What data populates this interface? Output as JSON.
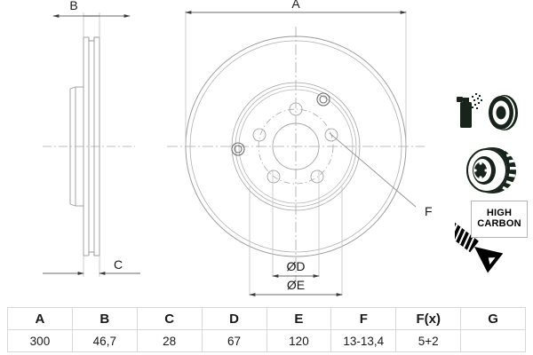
{
  "document": {
    "type": "technical-drawing",
    "subject": "brake-disc"
  },
  "dimensions": {
    "a_label": "A",
    "b_label": "B",
    "c_label": "C",
    "d_label": "ØD",
    "e_label": "ØE",
    "f_label": "F"
  },
  "icons": {
    "coating": "spray-coated-disc-icon",
    "vented": "vented-disc-icon",
    "screw": "countersunk-screw-icon",
    "high_carbon_line1": "HIGH",
    "high_carbon_line2": "CARBON"
  },
  "colors": {
    "line": "#8c8c8c",
    "line_light": "#b9b9b9",
    "centerline": "#a9a9a9",
    "text": "#1a1a1a",
    "icon_dark": "#17231b",
    "table_border": "#d8d8d8"
  },
  "spec_table": {
    "headers": [
      "A",
      "B",
      "C",
      "D",
      "E",
      "F",
      "F(x)",
      "G"
    ],
    "values": [
      "300",
      "46,7",
      "28",
      "67",
      "120",
      "13-13,4",
      "5+2",
      ""
    ]
  },
  "chart_data": {
    "type": "table",
    "title": "Brake disc dimension specification",
    "categories": [
      "A",
      "B",
      "C",
      "D",
      "E",
      "F",
      "F(x)",
      "G"
    ],
    "values": [
      "300",
      "46,7",
      "28",
      "67",
      "120",
      "13-13,4",
      "5+2",
      ""
    ]
  }
}
